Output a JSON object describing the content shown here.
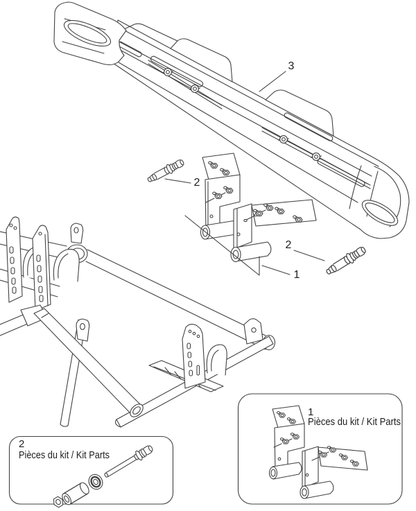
{
  "diagram": {
    "background_color": "#ffffff",
    "line_color": "#424242",
    "text_color": "#1d1d1d"
  },
  "callouts": {
    "bumper_label": "3",
    "left_bolt_label": "2",
    "right_bolt_label": "2",
    "bracket_group_label": "1"
  },
  "kit_boxes": {
    "bolt_kit": {
      "number": "2",
      "title": "Pièces du kit / Kit Parts"
    },
    "bracket_kit": {
      "number": "1",
      "title": "Pièces du kit / Kit Parts"
    }
  }
}
